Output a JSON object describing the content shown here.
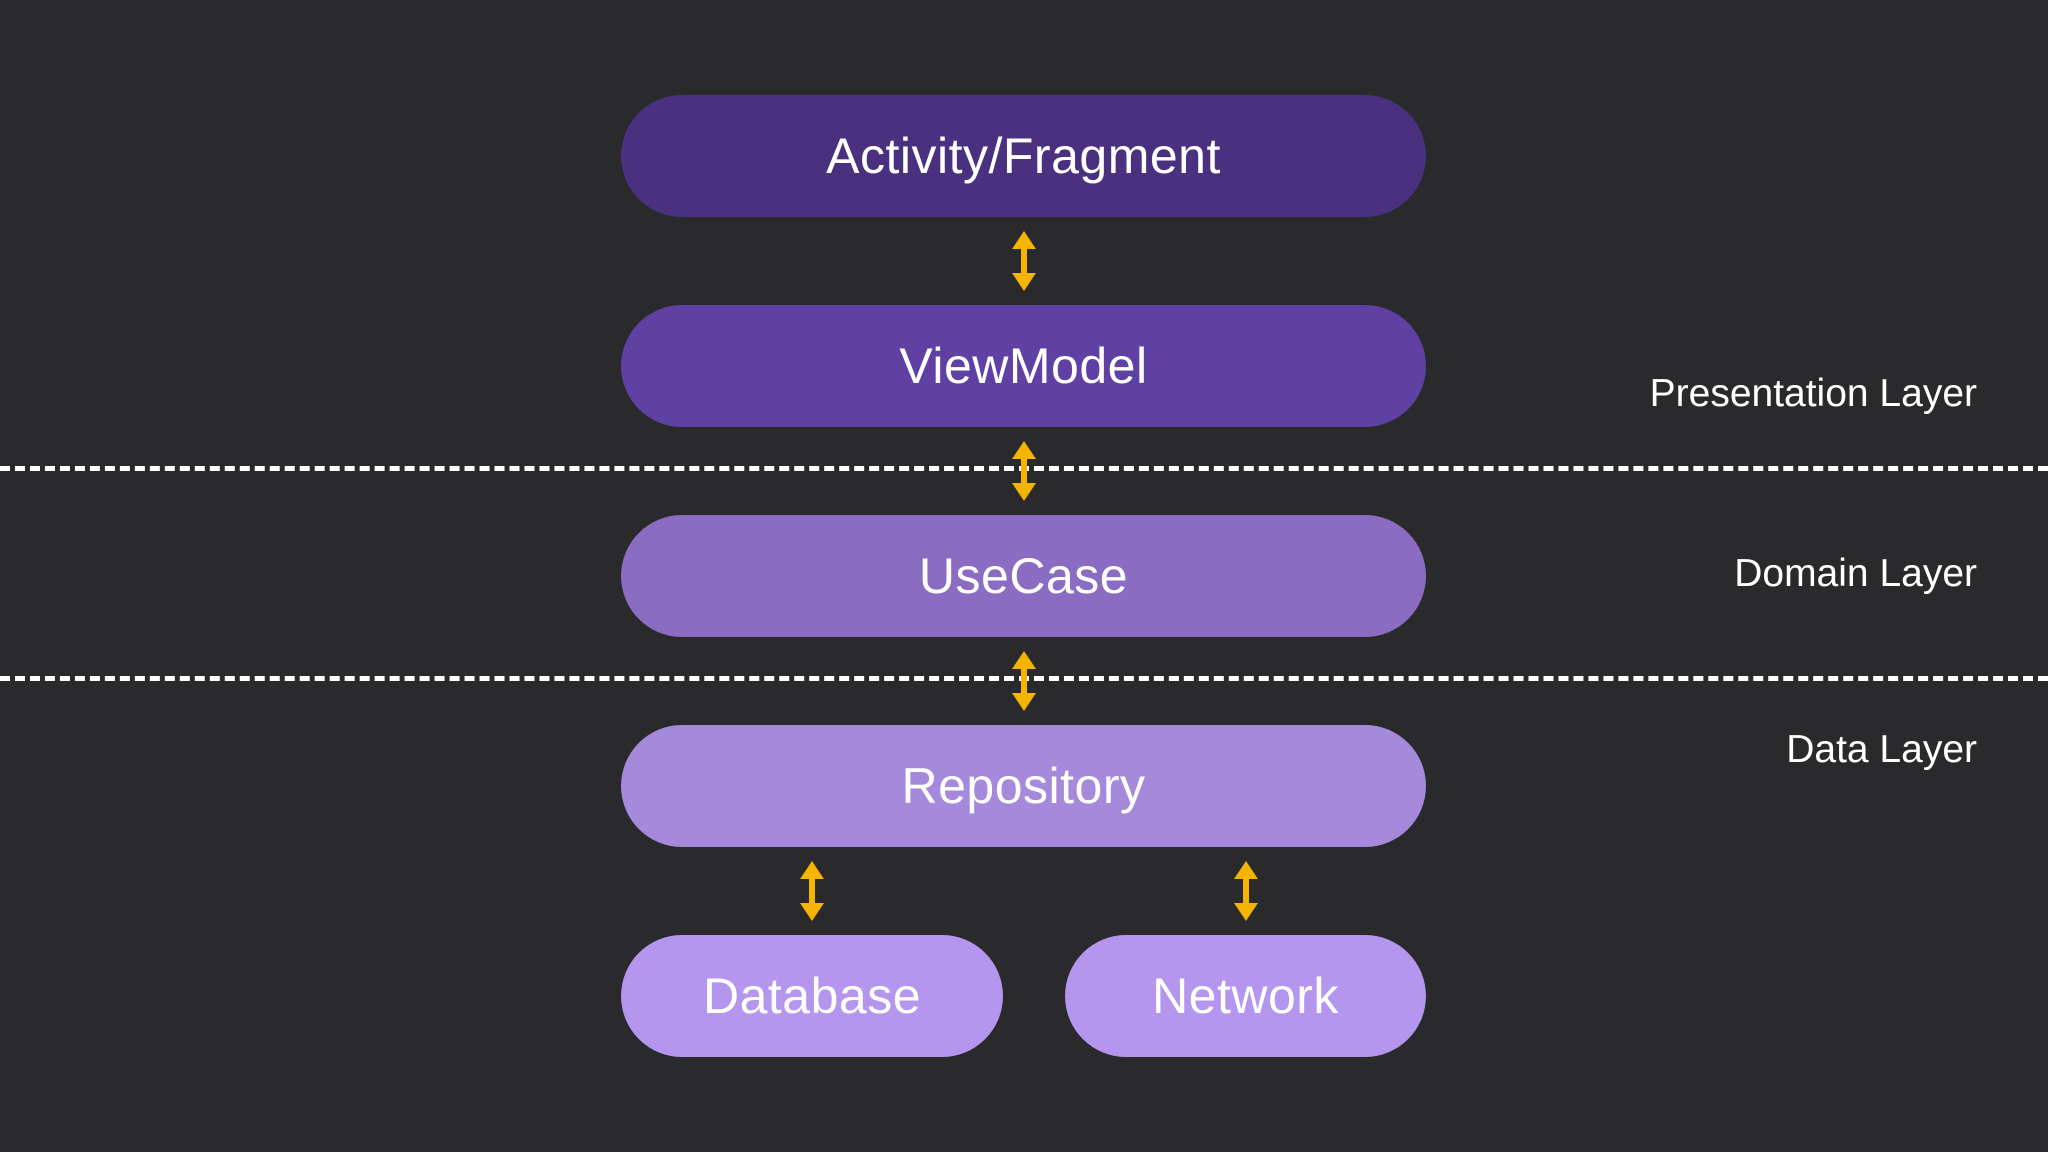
{
  "nodes": {
    "activity_fragment": "Activity/Fragment",
    "viewmodel": "ViewModel",
    "usecase": "UseCase",
    "repository": "Repository",
    "database": "Database",
    "network": "Network"
  },
  "layers": {
    "presentation": "Presentation Layer",
    "domain": "Domain Layer",
    "data": "Data Layer"
  },
  "colors": {
    "background": "#2a2a2c",
    "activity_fragment": "#4a3180",
    "viewmodel": "#5e41a3",
    "usecase": "#8a6cc2",
    "repository": "#a58adb",
    "database": "#b596ee",
    "network": "#b596ee",
    "arrow": "#f4b400",
    "divider": "#ffffff"
  },
  "edges": [
    {
      "from": "Activity/Fragment",
      "to": "ViewModel",
      "direction": "bidirectional"
    },
    {
      "from": "ViewModel",
      "to": "UseCase",
      "direction": "bidirectional"
    },
    {
      "from": "UseCase",
      "to": "Repository",
      "direction": "bidirectional"
    },
    {
      "from": "Repository",
      "to": "Database",
      "direction": "bidirectional"
    },
    {
      "from": "Repository",
      "to": "Network",
      "direction": "bidirectional"
    }
  ]
}
